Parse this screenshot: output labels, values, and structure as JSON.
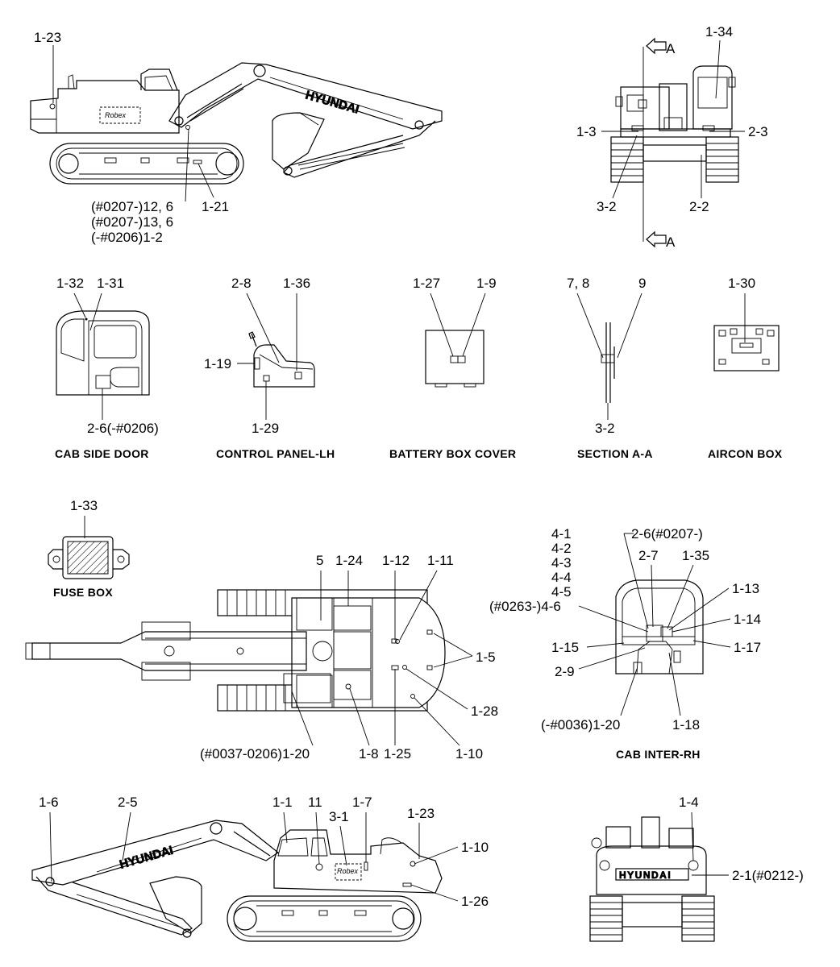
{
  "diagram": {
    "captions": {
      "cab_side_door": "CAB SIDE DOOR",
      "control_panel_lh": "CONTROL PANEL-LH",
      "battery_box_cover": "BATTERY BOX COVER",
      "section_aa": "SECTION A-A",
      "aircon_box": "AIRCON BOX",
      "fuse_box": "FUSE BOX",
      "cab_inter_rh": "CAB INTER-RH"
    },
    "brand_text": "HYUNDAI",
    "section_marker": "A",
    "labels": {
      "top_left_1_23": "1-23",
      "top_left_12_6": "(#0207-)12, 6",
      "top_left_13_6": "(#0207-)13, 6",
      "top_left_1_2": "(-#0206)1-2",
      "top_left_1_21": "1-21",
      "front_1_34": "1-34",
      "front_1_3": "1-3",
      "front_2_3": "2-3",
      "front_3_2": "3-2",
      "front_2_2": "2-2",
      "door_1_32": "1-32",
      "door_1_31": "1-31",
      "door_2_6": "2-6(-#0206)",
      "panel_2_8": "2-8",
      "panel_1_36": "1-36",
      "panel_1_19": "1-19",
      "panel_1_29": "1-29",
      "battery_1_27": "1-27",
      "battery_1_9": "1-9",
      "section_7_8": "7, 8",
      "section_9": "9",
      "section_3_2": "3-2",
      "aircon_1_30": "1-30",
      "fuse_1_33": "1-33",
      "plan_5": "5",
      "plan_1_24": "1-24",
      "plan_1_12": "1-12",
      "plan_1_11": "1-11",
      "plan_1_5": "1-5",
      "plan_1_28": "1-28",
      "plan_1_10": "1-10",
      "plan_1_20": "(#0037-0206)1-20",
      "plan_1_8": "1-8",
      "plan_1_25": "1-25",
      "cab_4_1": "4-1",
      "cab_4_2": "4-2",
      "cab_4_3": "4-3",
      "cab_4_4": "4-4",
      "cab_4_5": "4-5",
      "cab_4_6": "(#0263-)4-6",
      "cab_2_6": "2-6(#0207-)",
      "cab_2_7": "2-7",
      "cab_1_35": "1-35",
      "cab_1_13": "1-13",
      "cab_1_14": "1-14",
      "cab_1_17": "1-17",
      "cab_1_15": "1-15",
      "cab_2_9": "2-9",
      "cab_1_20": "(-#0036)1-20",
      "cab_1_18": "1-18",
      "bottom_1_6": "1-6",
      "bottom_2_5": "2-5",
      "bottom_1_1": "1-1",
      "bottom_11": "11",
      "bottom_3_1": "3-1",
      "bottom_1_7": "1-7",
      "bottom_1_23": "1-23",
      "bottom_1_10": "1-10",
      "bottom_1_26": "1-26",
      "rear_1_4": "1-4",
      "rear_2_1": "2-1(#0212-)"
    }
  }
}
